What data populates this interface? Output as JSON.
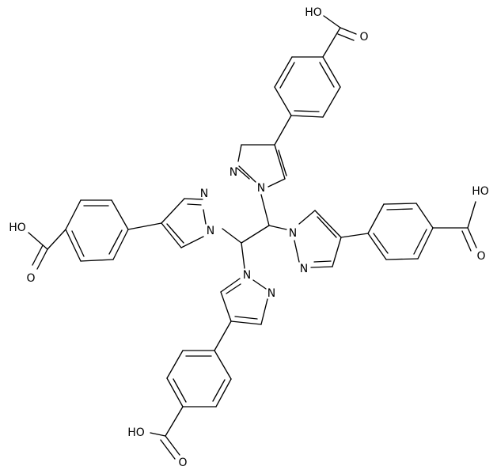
{
  "molecule": {
    "atom_labels": {
      "oh": "HO",
      "oxygen": "O",
      "nitrogen": "N"
    },
    "carboxylic_acid_groups": 4,
    "pyrazole_rings": 4,
    "benzene_rings": 4
  }
}
